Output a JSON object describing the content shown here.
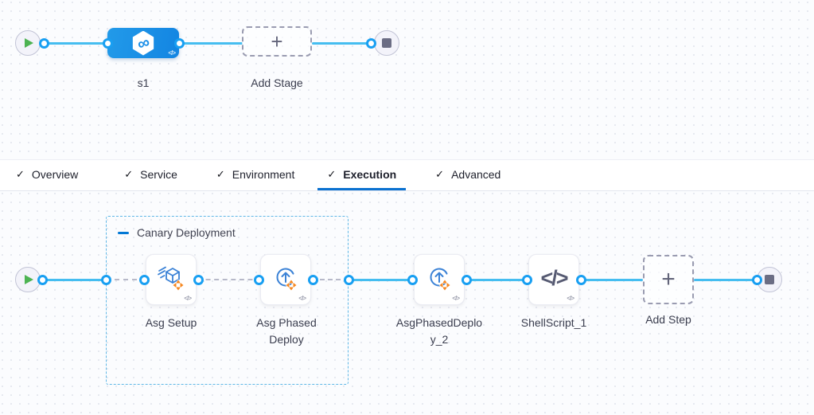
{
  "icons": {
    "check": "✓",
    "plus": "+",
    "infinity": "∞",
    "code": "</>"
  },
  "top_graph": {
    "stage": {
      "name": "s1"
    },
    "add_stage": {
      "label": "Add Stage"
    }
  },
  "tab_bar": {
    "tabs": [
      {
        "label": "Overview",
        "checked": true,
        "active": false
      },
      {
        "label": "Service",
        "checked": true,
        "active": false
      },
      {
        "label": "Environment",
        "checked": true,
        "active": false
      },
      {
        "label": "Execution",
        "checked": true,
        "active": true
      },
      {
        "label": "Advanced",
        "checked": true,
        "active": false
      }
    ]
  },
  "execution_graph": {
    "group": {
      "label": "Canary Deployment"
    },
    "steps": [
      {
        "label": "Asg Setup",
        "icon": "asg-setup-icon"
      },
      {
        "label": "Asg Phased Deploy",
        "icon": "asg-phased-deploy-icon"
      },
      {
        "label": "AsgPhasedDeploy_2",
        "icon": "asg-phased-deploy-icon"
      },
      {
        "label": "ShellScript_1",
        "icon": "shell-script-icon"
      }
    ],
    "add_step": {
      "label": "Add Step"
    }
  },
  "colors": {
    "accent": "#0278d5",
    "connector_line": "#45bdf0",
    "port_border": "#189ff2",
    "stage_node_blue": "#1b8fe8",
    "group_border": "#5fb7e6",
    "step_icon_blue": "#3b82d6",
    "asg_arrows_orange": "#f6871f",
    "play_green": "#4db352",
    "canvas_bg": "#fbfcfe"
  }
}
